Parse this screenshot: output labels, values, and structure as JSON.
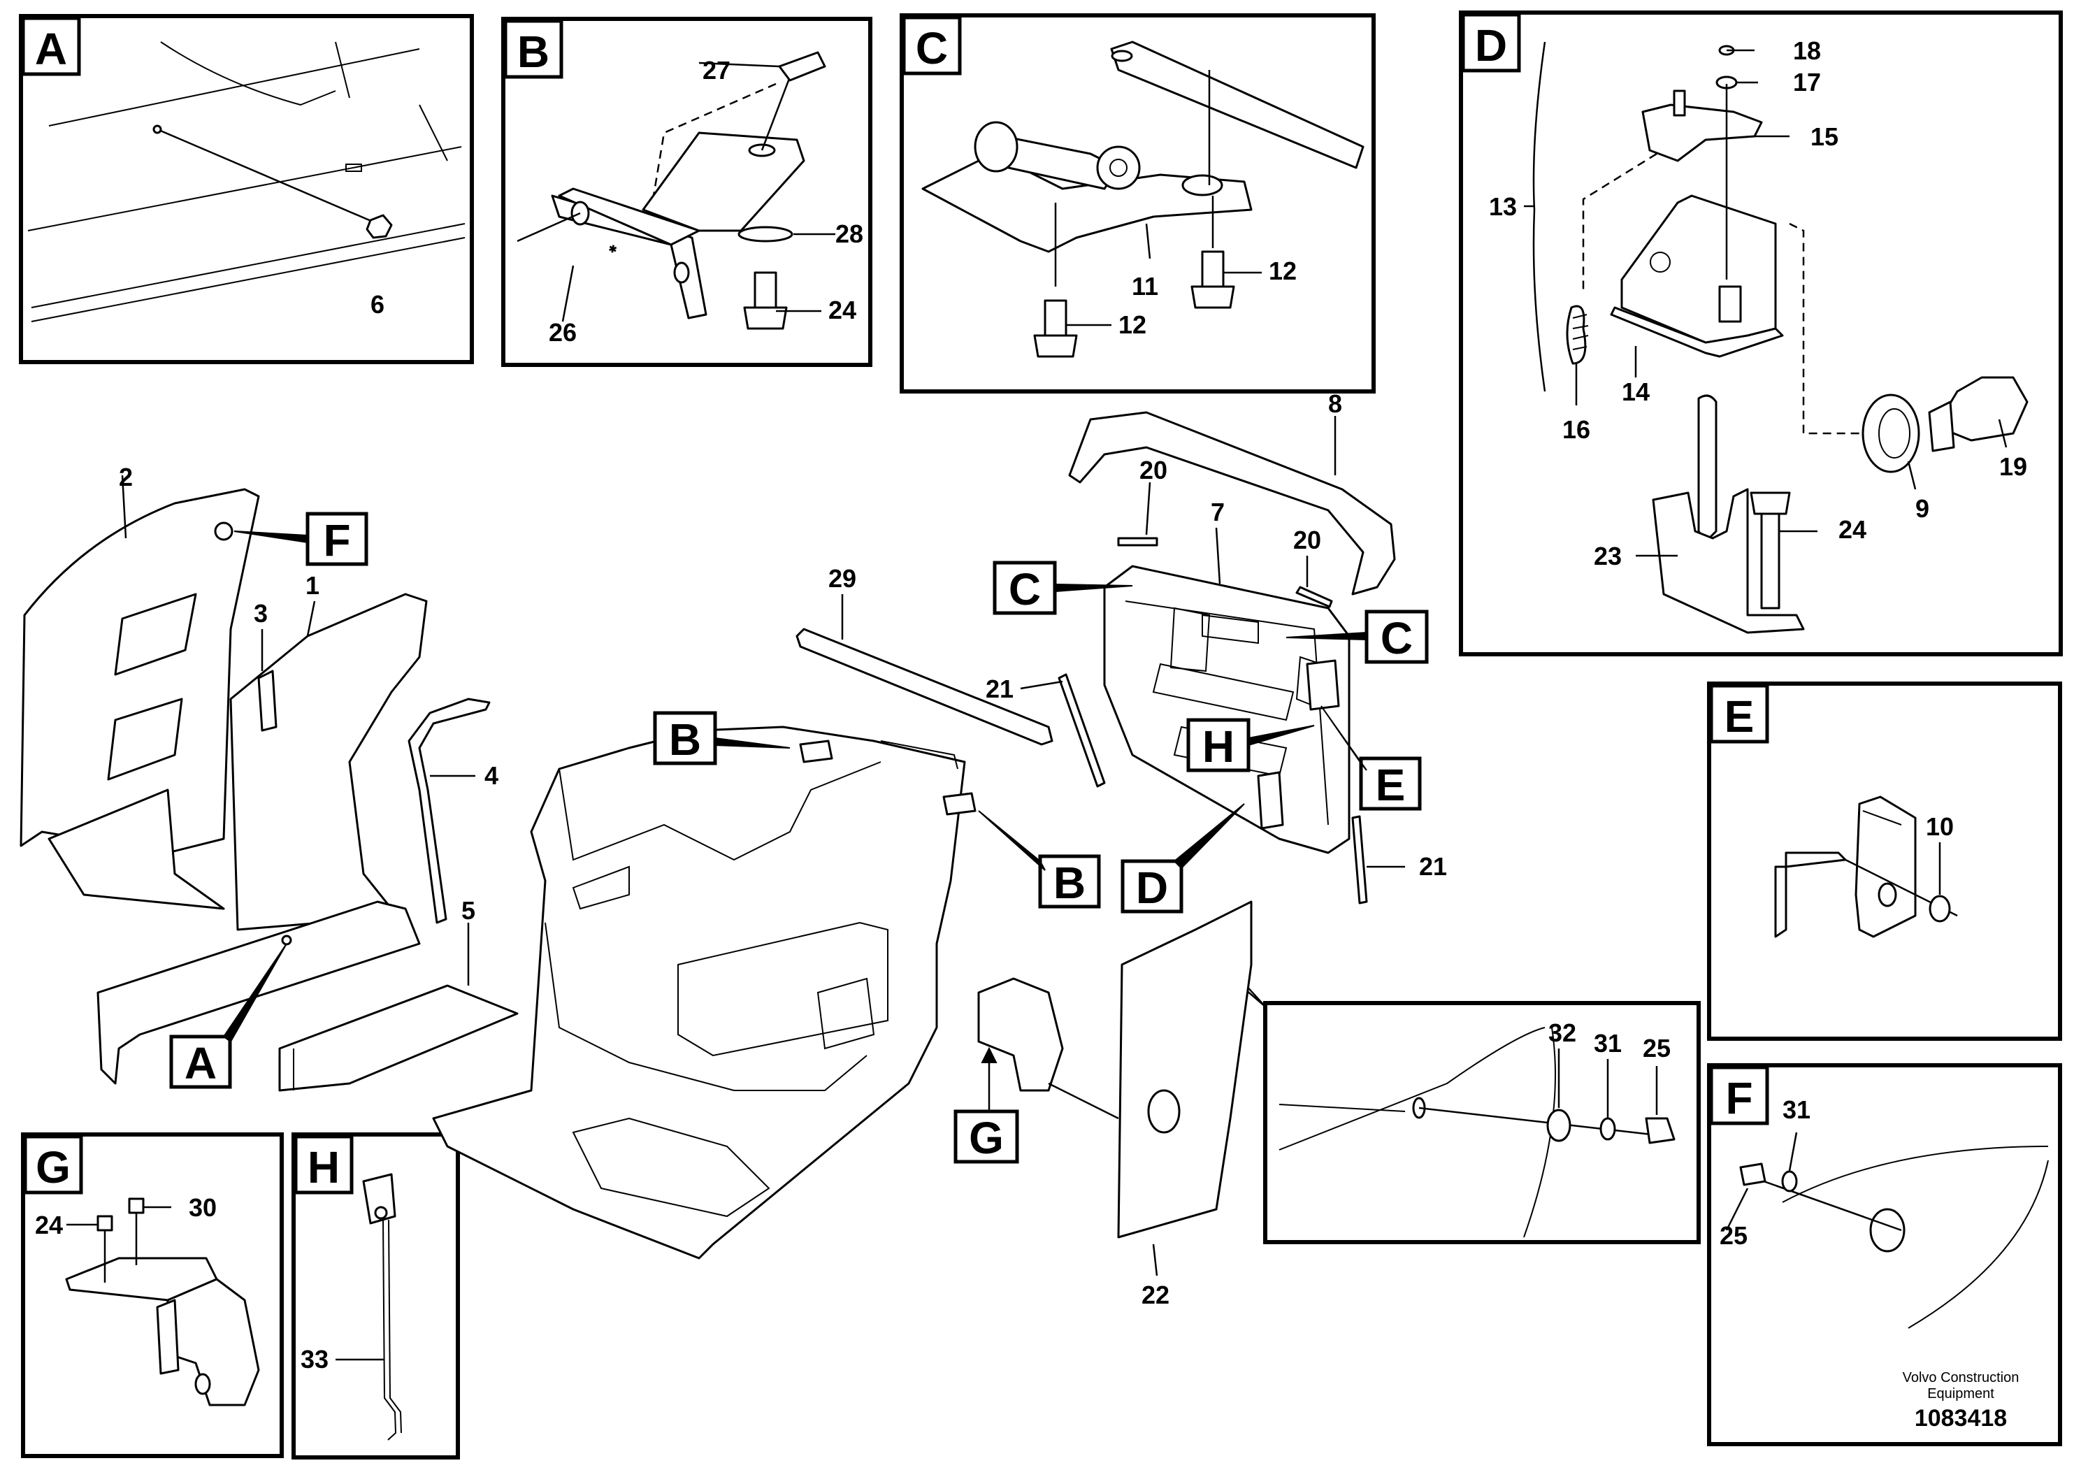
{
  "detail_tags": [
    "A",
    "B",
    "C",
    "D",
    "E",
    "F",
    "G",
    "H"
  ],
  "part_numbers": {
    "p1": "1",
    "p2": "2",
    "p3": "3",
    "p4": "4",
    "p5": "5",
    "p6": "6",
    "p7": "7",
    "p8": "8",
    "p9": "9",
    "p10": "10",
    "p11": "11",
    "p12": "12",
    "p13": "13",
    "p14": "14",
    "p15": "15",
    "p16": "16",
    "p17": "17",
    "p18": "18",
    "p19": "19",
    "p20": "20",
    "p21": "21",
    "p22": "22",
    "p23": "23",
    "p24": "24",
    "p25": "25",
    "p26": "26",
    "p27": "27",
    "p28": "28",
    "p29": "29",
    "p30": "30",
    "p31": "31",
    "p32": "32",
    "p33": "33"
  },
  "footer": {
    "brand_line1": "Volvo Construction",
    "brand_line2": "Equipment",
    "reference": "1083418"
  },
  "colors": {
    "line": "#000000",
    "background": "#ffffff"
  }
}
